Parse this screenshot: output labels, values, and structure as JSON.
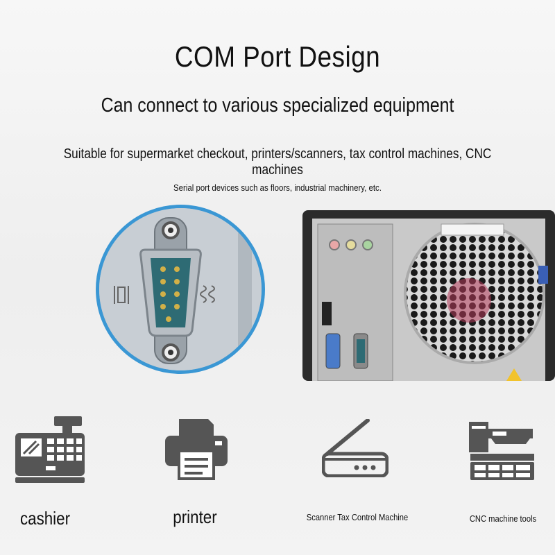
{
  "header": {
    "title": "COM Port Design",
    "subtitle": "Can connect to various specialized equipment",
    "line1": "Suitable for supermarket checkout, printers/scanners, tax control machines, CNC machines",
    "line2": "Serial port devices such as floors, industrial machinery, etc."
  },
  "devices": [
    {
      "label": "cashier",
      "icon": "cash-register-icon"
    },
    {
      "label": "printer",
      "icon": "printer-icon"
    },
    {
      "label": "Scanner Tax Control Machine",
      "icon": "scanner-icon"
    },
    {
      "label": "CNC machine tools",
      "icon": "cnc-machine-icon"
    }
  ],
  "colors": {
    "accent_blue": "#3a97d4",
    "icon_gray": "#555555",
    "text": "#111111"
  }
}
